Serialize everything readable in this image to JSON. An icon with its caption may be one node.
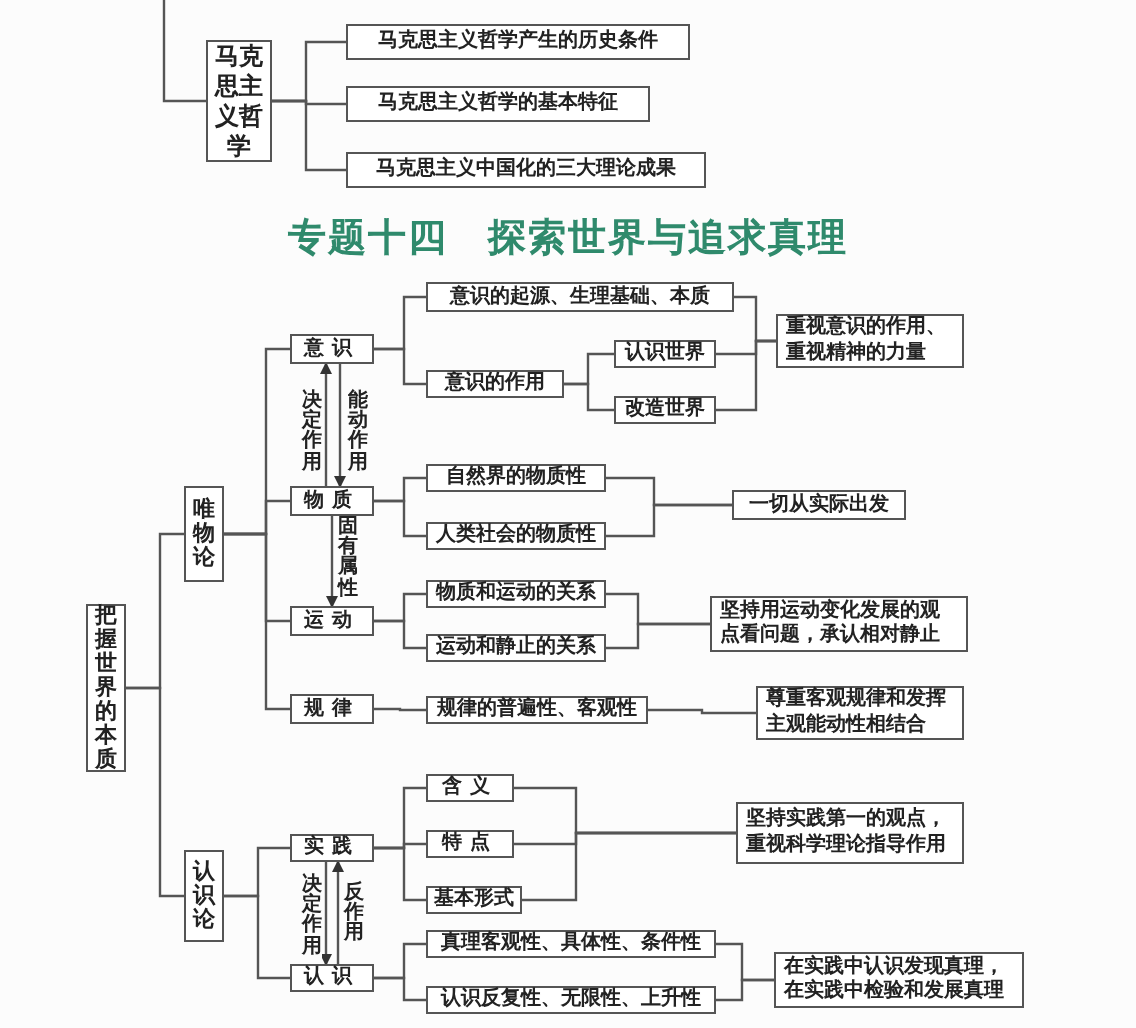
{
  "diagram": {
    "title": "专题十四　探索世界与追求真理",
    "nodes": [
      {
        "text": [
          "马克思主义哲学"
        ]
      },
      {
        "text": [
          "马克思主义哲学产生的历史条件"
        ]
      },
      {
        "text": [
          "马克思主义哲学的基本特征"
        ]
      },
      {
        "text": [
          "马克思主义中国化的三大理论成果"
        ]
      },
      {
        "text": [
          "把握世界的本质"
        ]
      },
      {
        "text": [
          "唯物论"
        ]
      },
      {
        "text": [
          "意识"
        ]
      },
      {
        "text": [
          "意识的起源、生理基础、本质"
        ]
      },
      {
        "text": [
          "意识的作用"
        ]
      },
      {
        "text": [
          "认识世界"
        ]
      },
      {
        "text": [
          "改造世界"
        ]
      },
      {
        "text": [
          "重视意识的作用、重视精神的力量"
        ]
      },
      {
        "text": [
          "物质"
        ]
      },
      {
        "text": [
          "自然界的物质性"
        ]
      },
      {
        "text": [
          "人类社会的物质性"
        ]
      },
      {
        "text": [
          "一切从实际出发"
        ]
      },
      {
        "text": [
          "运动"
        ]
      },
      {
        "text": [
          "物质和运动的关系"
        ]
      },
      {
        "text": [
          "运动和静止的关系"
        ]
      },
      {
        "text": [
          "坚持用运动变化发展的观点看问题，承认相对静止"
        ]
      },
      {
        "text": [
          "规律"
        ]
      },
      {
        "text": [
          "规律的普遍性、客观性"
        ]
      },
      {
        "text": [
          "尊重客观规律和发挥主观能动性相结合"
        ]
      },
      {
        "text": [
          "认识论"
        ]
      },
      {
        "text": [
          "实践"
        ]
      },
      {
        "text": [
          "含义"
        ]
      },
      {
        "text": [
          "特点"
        ]
      },
      {
        "text": [
          "基本形式"
        ]
      },
      {
        "text": [
          "坚持实践第一的观点，重视科学理论指导作用"
        ]
      },
      {
        "text": [
          "认识"
        ]
      },
      {
        "text": [
          "真理客观性、具体性、条件性"
        ]
      },
      {
        "text": [
          "认识反复性、无限性、上升性"
        ]
      },
      {
        "text": [
          "在实践中认识发现真理，在实践中检验和发展真理"
        ]
      }
    ],
    "edges": [
      {
        "from": null,
        "to": 0,
        "arrow": "none"
      },
      {
        "from": 0,
        "to": 1,
        "arrow": "none"
      },
      {
        "from": 0,
        "to": 2,
        "arrow": "none"
      },
      {
        "from": 0,
        "to": 3,
        "arrow": "none"
      },
      {
        "from": 4,
        "to": 5,
        "arrow": "none"
      },
      {
        "from": 4,
        "to": 23,
        "arrow": "none"
      },
      {
        "from": 5,
        "to": 6,
        "arrow": "none"
      },
      {
        "from": 5,
        "to": 12,
        "arrow": "none"
      },
      {
        "from": 5,
        "to": 16,
        "arrow": "none"
      },
      {
        "from": 5,
        "to": 20,
        "arrow": "none"
      },
      {
        "from": 6,
        "to": 7,
        "arrow": "none"
      },
      {
        "from": 6,
        "to": 8,
        "arrow": "none"
      },
      {
        "from": 8,
        "to": 9,
        "arrow": "none"
      },
      {
        "from": 8,
        "to": 10,
        "arrow": "none"
      },
      {
        "from": 7,
        "to": 11,
        "arrow": "none"
      },
      {
        "from": 9,
        "to": 11,
        "arrow": "none"
      },
      {
        "from": 10,
        "to": 11,
        "arrow": "none"
      },
      {
        "from": 12,
        "to": 6,
        "arrow": "to",
        "label": "决定作用"
      },
      {
        "from": 6,
        "to": 12,
        "arrow": "to",
        "label": "能动作用"
      },
      {
        "from": 12,
        "to": 13,
        "arrow": "none"
      },
      {
        "from": 12,
        "to": 14,
        "arrow": "none"
      },
      {
        "from": 13,
        "to": 15,
        "arrow": "none"
      },
      {
        "from": 14,
        "to": 15,
        "arrow": "none"
      },
      {
        "from": 12,
        "to": 16,
        "arrow": "to",
        "label": "固有属性"
      },
      {
        "from": 16,
        "to": 17,
        "arrow": "none"
      },
      {
        "from": 16,
        "to": 18,
        "arrow": "none"
      },
      {
        "from": 17,
        "to": 19,
        "arrow": "none"
      },
      {
        "from": 18,
        "to": 19,
        "arrow": "none"
      },
      {
        "from": 20,
        "to": 21,
        "arrow": "none"
      },
      {
        "from": 21,
        "to": 22,
        "arrow": "none"
      },
      {
        "from": 23,
        "to": 24,
        "arrow": "none"
      },
      {
        "from": 23,
        "to": 29,
        "arrow": "none"
      },
      {
        "from": 24,
        "to": 25,
        "arrow": "none"
      },
      {
        "from": 24,
        "to": 26,
        "arrow": "none"
      },
      {
        "from": 24,
        "to": 27,
        "arrow": "none"
      },
      {
        "from": 25,
        "to": 28,
        "arrow": "none"
      },
      {
        "from": 26,
        "to": 28,
        "arrow": "none"
      },
      {
        "from": 27,
        "to": 28,
        "arrow": "none"
      },
      {
        "from": 24,
        "to": 29,
        "arrow": "to",
        "label": "决定作用"
      },
      {
        "from": 29,
        "to": 24,
        "arrow": "to",
        "label": "反作用"
      },
      {
        "from": 29,
        "to": 30,
        "arrow": "none"
      },
      {
        "from": 29,
        "to": 31,
        "arrow": "none"
      },
      {
        "from": 30,
        "to": 32,
        "arrow": "none"
      },
      {
        "from": 31,
        "to": 32,
        "arrow": "none"
      }
    ]
  }
}
